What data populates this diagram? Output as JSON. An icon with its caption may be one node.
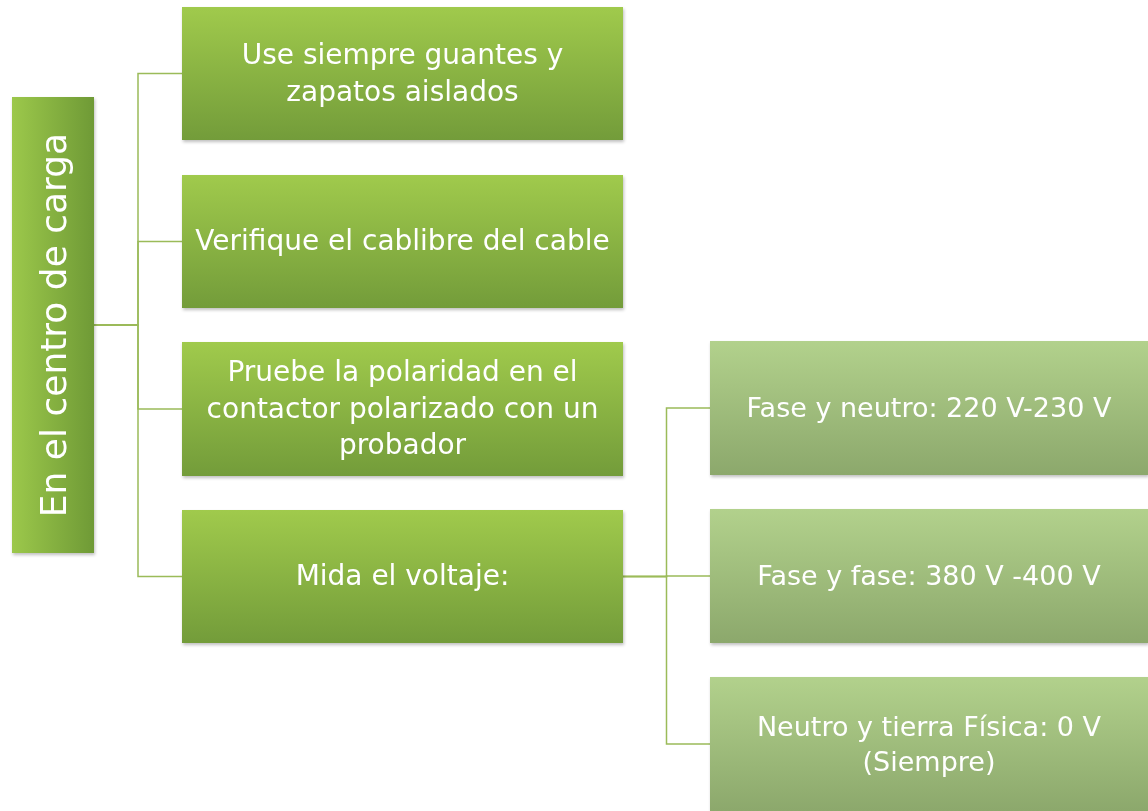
{
  "diagram": {
    "nodes": [
      {
        "text": [
          "En el centro de carga"
        ]
      },
      {
        "text": [
          "Use siempre guantes y zapatos aislados"
        ]
      },
      {
        "text": [
          "Verifique el cablibre del cable"
        ]
      },
      {
        "text": [
          "Pruebe la polaridad en el contactor polarizado con un probador"
        ]
      },
      {
        "text": [
          "Mida el voltaje:"
        ]
      },
      {
        "text": [
          "Fase y neutro: 220 V-230 V"
        ]
      },
      {
        "text": [
          "Fase y fase: 380 V -400 V"
        ]
      },
      {
        "text": [
          "Neutro y tierra Física: 0 V (Siempre)"
        ]
      }
    ],
    "edges": [
      {
        "from": 0,
        "to": 1,
        "arrow": "none"
      },
      {
        "from": 0,
        "to": 2,
        "arrow": "none"
      },
      {
        "from": 0,
        "to": 3,
        "arrow": "none"
      },
      {
        "from": 0,
        "to": 4,
        "arrow": "none"
      },
      {
        "from": 4,
        "to": 5,
        "arrow": "none"
      },
      {
        "from": 4,
        "to": 6,
        "arrow": "none"
      },
      {
        "from": 4,
        "to": 7,
        "arrow": "none"
      }
    ]
  }
}
